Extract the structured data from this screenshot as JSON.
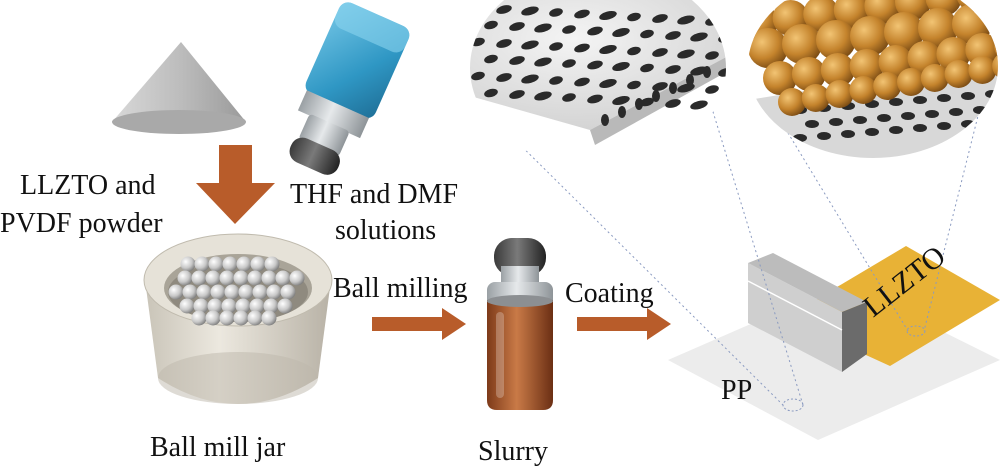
{
  "labels": {
    "powder_line1": "LLZTO and",
    "powder_line2": "PVDF powder",
    "solvent_line1": "THF and DMF",
    "solvent_line2": "solutions",
    "ball_milling": "Ball milling",
    "coating": "Coating",
    "jar": "Ball mill jar",
    "slurry": "Slurry",
    "pp": "PP",
    "llzto": "LLZTO"
  },
  "colors": {
    "arrow": "#B85C2A",
    "llzto_coating": "#E8B236",
    "separator": "#E9E9E9",
    "vial_cap_blue": "#3DA6CF",
    "slurry": "#A9572C",
    "particles": "#C4832C"
  }
}
